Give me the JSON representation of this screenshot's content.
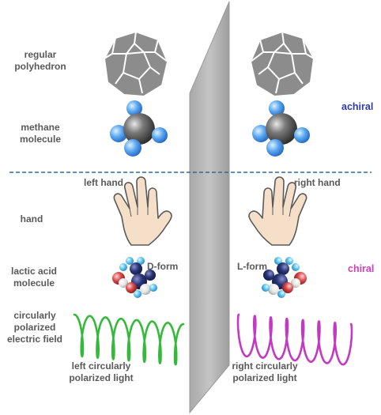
{
  "rows": {
    "polyhedron": {
      "line1": "regular",
      "line2": "polyhedron"
    },
    "methane": {
      "line1": "methane",
      "line2": "molecule"
    },
    "hand": {
      "label": "hand",
      "left": "left hand",
      "right": "right hand"
    },
    "lactic": {
      "line1": "lactic acid",
      "line2": "molecule",
      "d_form": "D-form",
      "l_form": "L-form"
    },
    "light": {
      "line1": "circularly",
      "line2": "polarized",
      "line3": "electric field",
      "left_line1": "left circularly",
      "left_line2": "polarized light",
      "right_line1": "right circularly",
      "right_line2": "polarized light"
    }
  },
  "tags": {
    "achiral": {
      "text": "achiral",
      "color": "#2e3aa8"
    },
    "chiral": {
      "text": "chiral",
      "color": "#d63fb4"
    }
  },
  "colors": {
    "label_gray": "#595959",
    "polyhedron_fill": "#8c8c8c",
    "mirror": "#b3b3b3",
    "divider": "#2f6a9a",
    "left_helix": "#35b93a",
    "right_helix": "#c239c2",
    "methane_center": "#3d3d3d",
    "methane_h": "#4d9be8",
    "hand_fill": "#f6dfc8"
  },
  "icons": [
    "polyhedron-icon",
    "methane-icon",
    "hand-icon",
    "lactic-acid-icon",
    "helix-icon",
    "mirror-plane"
  ]
}
